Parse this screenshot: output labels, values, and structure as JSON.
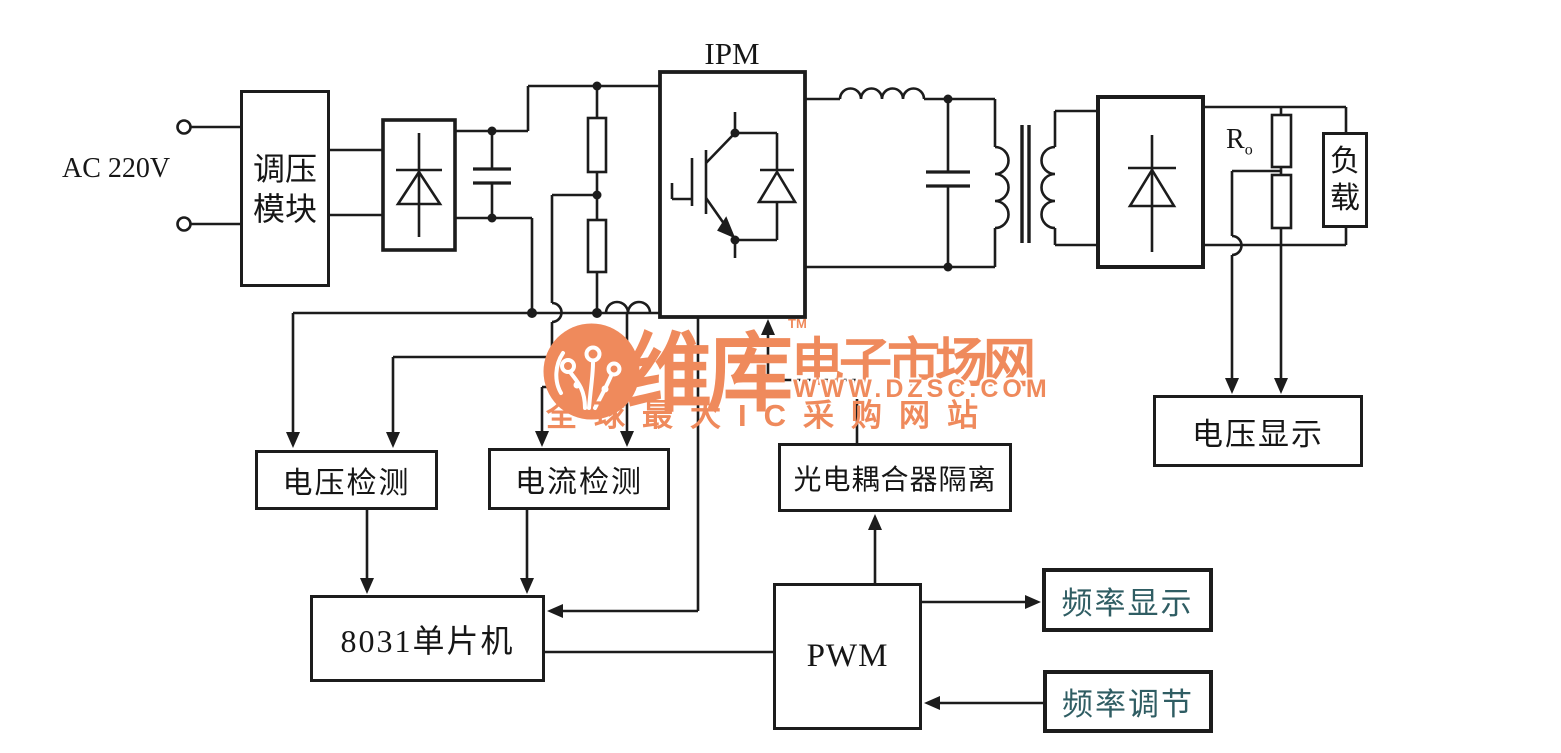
{
  "colors": {
    "ink": "#1c1c1c",
    "background": "#ffffff",
    "watermark_orange": "#EF8A5C",
    "freq_label_teal": "#2f5d63"
  },
  "labels": {
    "ac_input": "AC 220V",
    "regulator_module": "调压模块",
    "ipm": "IPM",
    "r_o_main": "R",
    "r_o_sub": "o",
    "load": "负载",
    "voltage_display": "电压显示",
    "voltage_detect": "电压检测",
    "current_detect": "电流检测",
    "opto_isolation": "光电耦合器隔离",
    "mcu": "8031单片机",
    "pwm": "PWM",
    "freq_display": "频率显示",
    "freq_adjust": "频率调节"
  },
  "watermark": {
    "brand": "维库",
    "trademark": "TM",
    "brand_suffix": "电子市场网",
    "url": "WWW.DZSC.COM",
    "tagline": "全球最大IC采购网站"
  }
}
